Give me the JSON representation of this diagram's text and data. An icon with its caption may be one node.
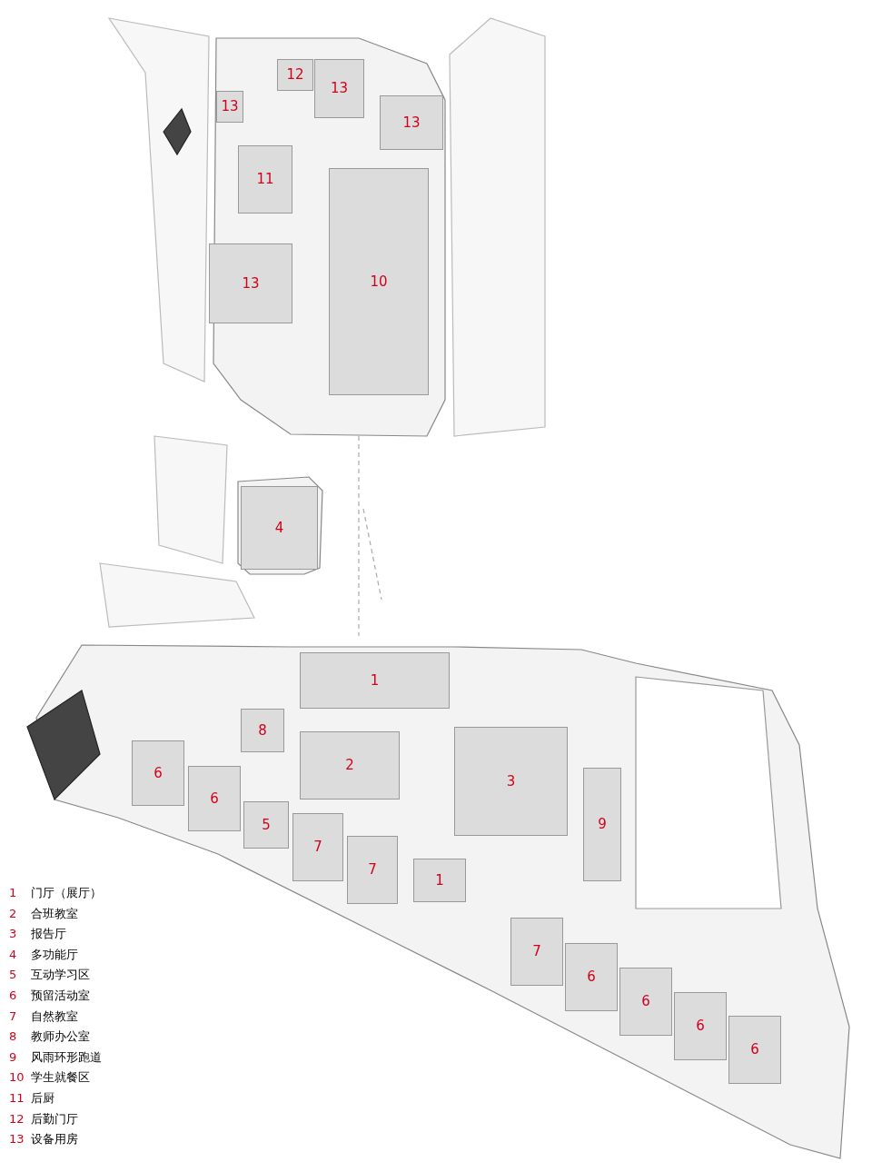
{
  "diagram": {
    "nodes": [
      {
        "text": [
          "12"
        ]
      },
      {
        "text": [
          "13"
        ]
      },
      {
        "text": [
          "13"
        ]
      },
      {
        "text": [
          "13"
        ]
      },
      {
        "text": [
          "11"
        ]
      },
      {
        "text": [
          "10"
        ]
      },
      {
        "text": [
          "13"
        ]
      },
      {
        "text": [
          "4"
        ]
      },
      {
        "text": [
          "1"
        ]
      },
      {
        "text": [
          "8"
        ]
      },
      {
        "text": [
          "6"
        ]
      },
      {
        "text": [
          "2"
        ]
      },
      {
        "text": [
          "3"
        ]
      },
      {
        "text": [
          "6"
        ]
      },
      {
        "text": [
          "5"
        ]
      },
      {
        "text": [
          "9"
        ]
      },
      {
        "text": [
          "7"
        ]
      },
      {
        "text": [
          "7"
        ]
      },
      {
        "text": [
          "1"
        ]
      },
      {
        "text": [
          "7"
        ]
      },
      {
        "text": [
          "6"
        ]
      },
      {
        "text": [
          "6"
        ]
      },
      {
        "text": [
          "6"
        ]
      },
      {
        "text": [
          "6"
        ]
      }
    ],
    "labels": [
      "1",
      "门厅（展厅）",
      "2",
      "合班教室",
      "3",
      "报告厅",
      "4",
      "多功能厅",
      "5",
      "互动学习区",
      "6",
      "预留活动室",
      "7",
      "自然教室",
      "8",
      "教师办公室",
      "9",
      "风雨环形跑道",
      "10",
      "学生就餐区",
      "11",
      "后厨",
      "12",
      "后勤门厅",
      "13",
      "设备用房"
    ]
  }
}
